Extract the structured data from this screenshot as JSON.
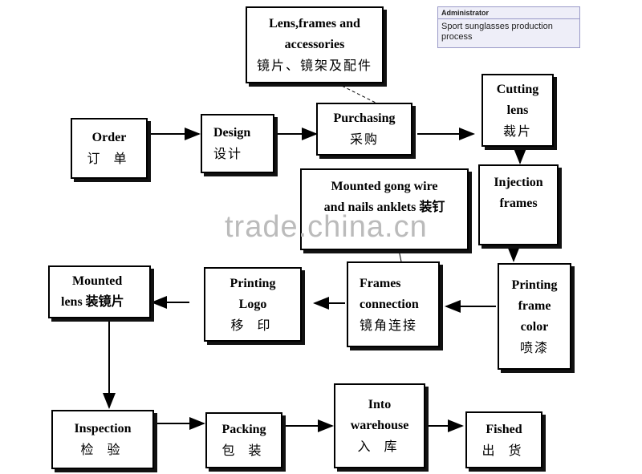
{
  "note": {
    "author": "Administrator",
    "text": "Sport sunglasses production process"
  },
  "watermark": "trade.china.cn",
  "nodes": {
    "accessories": {
      "en": [
        "Lens,frames and",
        "accessories"
      ],
      "zh": "镜片、镜架及配件"
    },
    "order": {
      "en": [
        "Order"
      ],
      "zh": "订 单"
    },
    "design": {
      "en": [
        "Design"
      ],
      "zh": "设计"
    },
    "purchasing": {
      "en": [
        "Purchasing"
      ],
      "zh": "采购"
    },
    "cutting": {
      "en": [
        "Cutting",
        "lens"
      ],
      "zh": "裁片"
    },
    "mounted_gong": {
      "en": [
        "Mounted gong wire",
        "and nails anklets 装钉"
      ],
      "zh": ""
    },
    "injection": {
      "en": [
        "Injection",
        "frames"
      ],
      "zh": ""
    },
    "mounted_lens": {
      "en": [
        "Mounted",
        "lens 装镜片"
      ],
      "zh": ""
    },
    "printing_logo": {
      "en": [
        "Printing",
        "Logo"
      ],
      "zh": "移 印"
    },
    "frames_connection": {
      "en": [
        "Frames",
        "connection"
      ],
      "zh": "镜角连接"
    },
    "printing_frame": {
      "en": [
        "Printing",
        "frame",
        "color"
      ],
      "zh": "喷漆"
    },
    "inspection": {
      "en": [
        "Inspection"
      ],
      "zh": "检 验"
    },
    "packing": {
      "en": [
        "Packing"
      ],
      "zh": "包 装"
    },
    "warehouse": {
      "en": [
        "Into",
        "warehouse"
      ],
      "zh": "入 库"
    },
    "fished": {
      "en": [
        "Fished"
      ],
      "zh": "出 货"
    }
  }
}
